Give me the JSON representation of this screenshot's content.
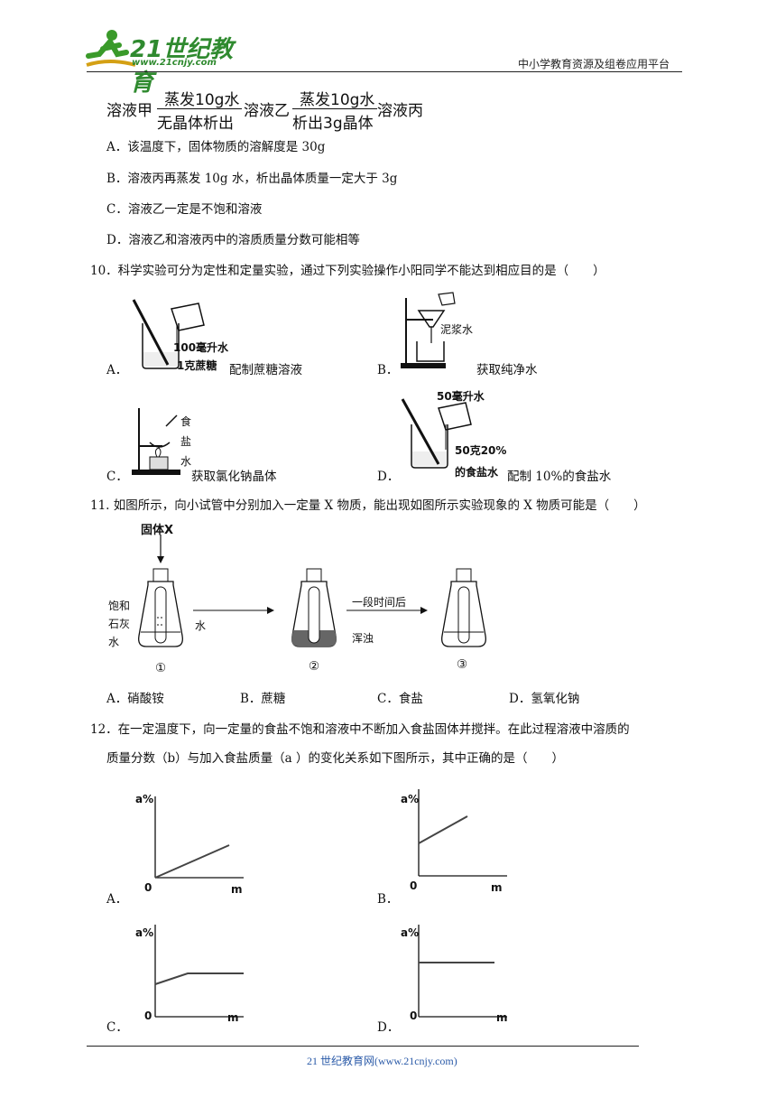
{
  "header": {
    "logo_text": "21世纪教育",
    "logo_url": "www.21cnjy.com",
    "platform": "中小学教育资源及组卷应用平台"
  },
  "q9": {
    "eq": {
      "a": "溶液甲",
      "step1_top": "蒸发10g水",
      "step1_bottom": "无晶体析出",
      "b": "溶液乙",
      "step2_top": "蒸发10g水",
      "step2_bottom": "析出3g晶体",
      "c": "溶液丙"
    },
    "options": [
      "A．该温度下，固体物质的溶解度是 30g",
      "B．溶液丙再蒸发 10g 水，析出晶体质量一定大于 3g",
      "C．溶液乙一定是不饱和溶液",
      "D．溶液乙和溶液丙中的溶质质量分数可能相等"
    ]
  },
  "q10": {
    "stem": "10．科学实验可分为定性和定量实验，通过下列实验操作小阳同学不能达到相应目的是（　　）",
    "a_letter": "A．",
    "a_label1": "100毫升水",
    "a_label2": "1克蔗糖",
    "a_text": "配制蔗糖溶液",
    "b_letter": "B．",
    "b_label": "泥浆水",
    "b_text": "获取纯净水",
    "c_letter": "C．",
    "c_label1": "食",
    "c_label2": "盐",
    "c_label3": "水",
    "c_text": "获取氯化钠晶体",
    "d_letter": "D．",
    "d_label1": "50毫升水",
    "d_label2": "50克20%",
    "d_label3": "的食盐水",
    "d_text": "配制 10%的食盐水"
  },
  "q11": {
    "stem": "11. 如图所示，向小试管中分别加入一定量 X 物质，能出现如图所示实验现象的 X 物质可能是（　　）",
    "solid": "固体X",
    "sat1": "饱和",
    "sat2": "石灰",
    "sat3": "水",
    "water": "水",
    "after": "一段时间后",
    "turbid": "浑浊",
    "n1": "①",
    "n2": "②",
    "n3": "③",
    "options": [
      "A．硝酸铵",
      "B．蔗糖",
      "C．食盐",
      "D．氢氧化钠"
    ]
  },
  "q12": {
    "stem1": "12．在一定温度下，向一定量的食盐不饱和溶液中不断加入食盐固体并搅拌。在此过程溶液中溶质的",
    "stem2": "质量分数（b）与加入食盐质量（a ）的变化关系如下图所示，其中正确的是（　　）",
    "ylabel": "a%",
    "xlabel": "m",
    "origin": "0",
    "letters": [
      "A．",
      "B．",
      "C．",
      "D．"
    ]
  },
  "footer": "21 世纪教育网(www.21cnjy.com)"
}
